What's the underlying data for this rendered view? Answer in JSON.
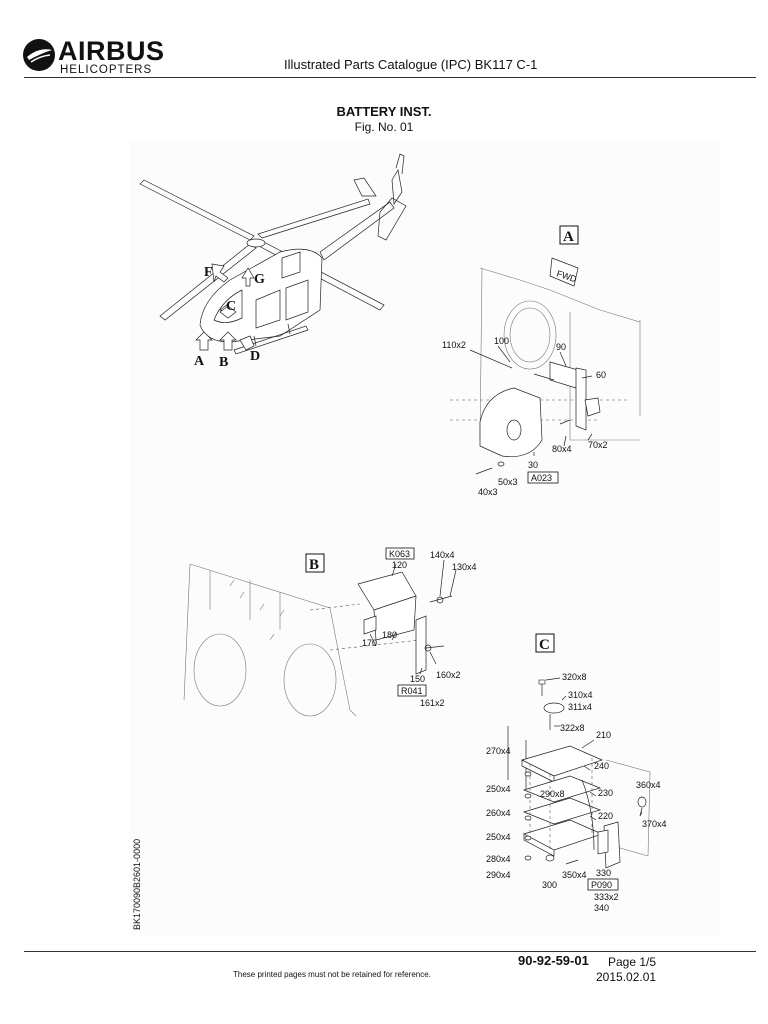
{
  "header": {
    "brand": "AIRBUS",
    "brand_sub": "HELICOPTERS",
    "doc_title": "Illustrated Parts Catalogue (IPC) BK117 C-1"
  },
  "figure": {
    "title": "BATTERY INST.",
    "number": "Fig. No. 01",
    "side_code": "BK170090B2601-0000",
    "location_marks": [
      "F",
      "G",
      "C",
      "A",
      "B",
      "D"
    ],
    "view_a": {
      "letter": "A",
      "fwd": "FWD",
      "labels": [
        "110x2",
        "100",
        "90",
        "60",
        "80x4",
        "70x2",
        "30",
        "50x3",
        "40x3"
      ],
      "boxed": "A023"
    },
    "view_b": {
      "letter": "B",
      "labels": [
        "120",
        "140x4",
        "130x4",
        "180",
        "170",
        "160x2",
        "150",
        "161x2"
      ],
      "boxed": [
        "K063",
        "R041"
      ]
    },
    "view_c": {
      "letter": "C",
      "labels": [
        "320x8",
        "310x4",
        "311x4",
        "322x8",
        "210",
        "270x4",
        "240",
        "250x4",
        "290x8",
        "230",
        "360x4",
        "260x4",
        "220",
        "370x4",
        "250x4",
        "280x4",
        "290x4",
        "300",
        "350x4",
        "330",
        "333x2",
        "340"
      ],
      "boxed": "P090"
    }
  },
  "footer": {
    "reference": "90-92-59-01",
    "page": "Page 1/5",
    "date": "2015.02.01",
    "notice": "These printed pages must not be retained for reference."
  }
}
